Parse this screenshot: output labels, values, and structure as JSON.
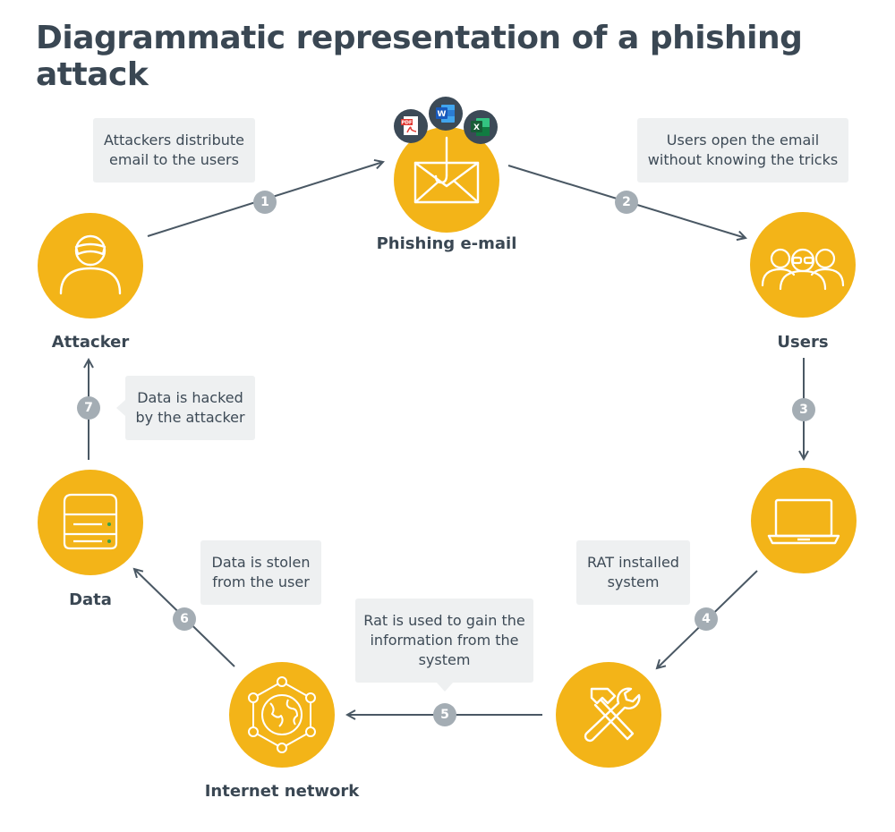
{
  "title": "Diagrammatic representation of a phishing attack",
  "nodes": {
    "email": "Phishing e-mail",
    "users": "Users",
    "laptop": "",
    "tools": "",
    "internet": "Internet network",
    "data": "Data",
    "attacker": "Attacker"
  },
  "badges": {
    "pdf": "PDF",
    "word": "W",
    "excel": "X"
  },
  "steps": [
    {
      "num": "1",
      "text": "Attackers distribute\nemail to the users"
    },
    {
      "num": "2",
      "text": "Users open the email\nwithout knowing the tricks"
    },
    {
      "num": "3",
      "text": ""
    },
    {
      "num": "4",
      "text": "RAT installed\nsystem"
    },
    {
      "num": "5",
      "text": "Rat is used to gain the\ninformation from the\nsystem"
    },
    {
      "num": "6",
      "text": "Data is stolen\nfrom the user"
    },
    {
      "num": "7",
      "text": "Data is hacked\nby the attacker"
    }
  ],
  "colors": {
    "node": "#f3b418",
    "arrow": "#4a5864",
    "step": "#a4adb4",
    "bubble": "#eef0f1",
    "badge": "#3c4a57"
  },
  "icons": [
    "envelope-hook-icon",
    "users-icon",
    "laptop-icon",
    "hammer-wrench-icon",
    "globe-network-icon",
    "server-icon",
    "hacker-icon"
  ]
}
